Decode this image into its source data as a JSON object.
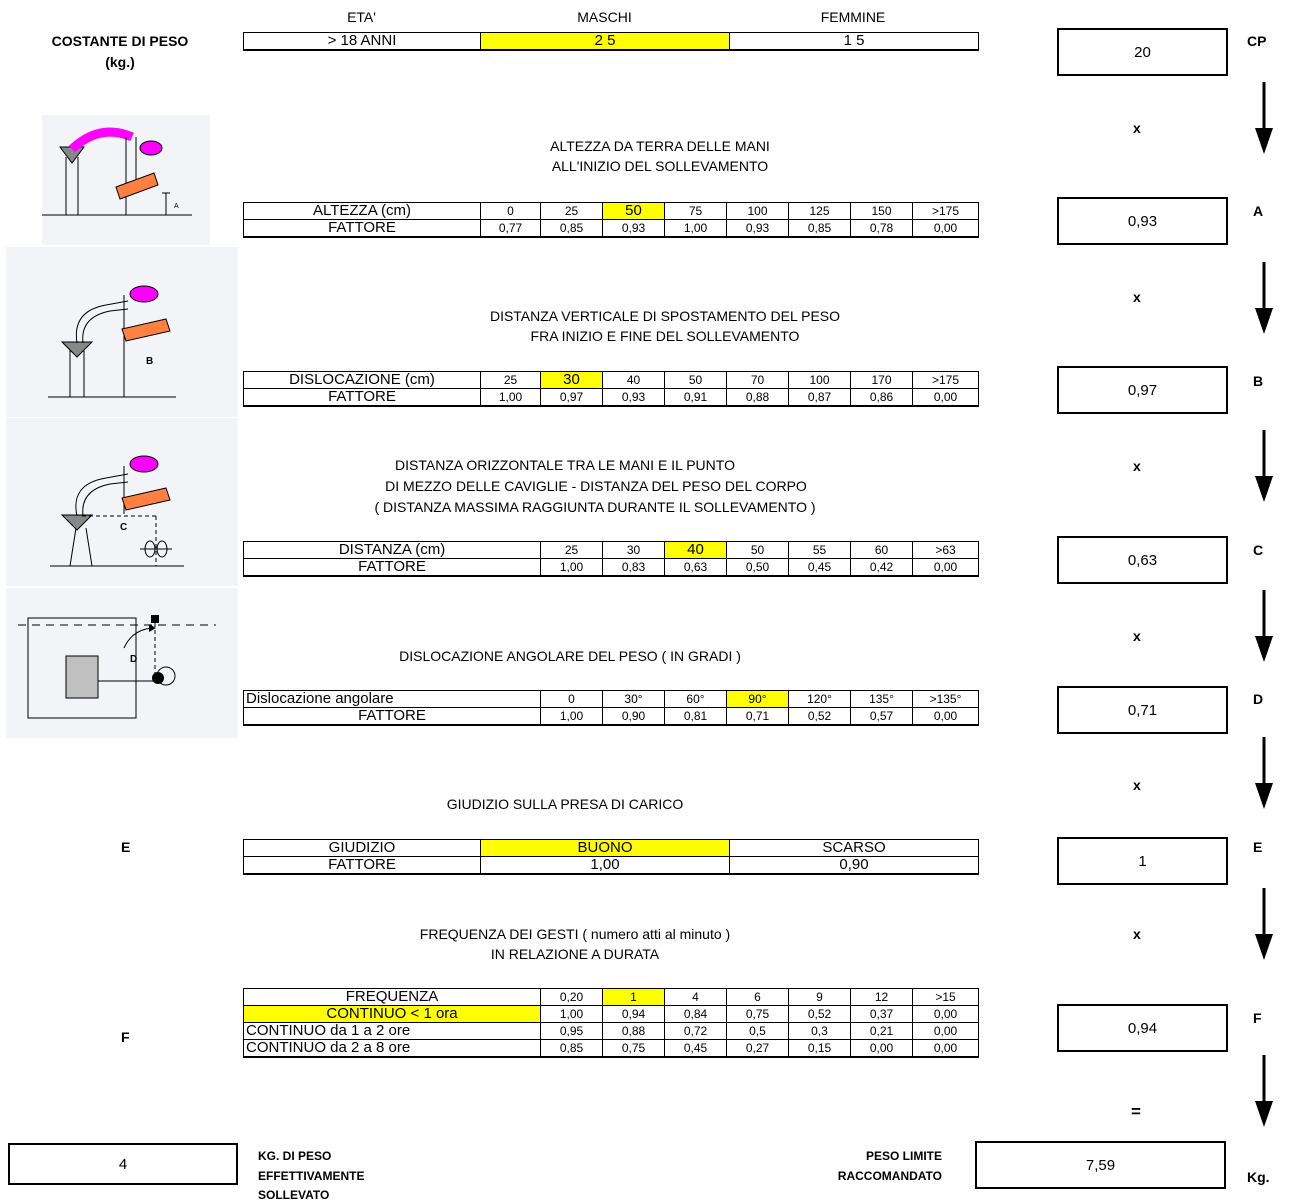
{
  "cp_section": {
    "title": "COSTANTE DI PESO",
    "unit": "(kg.)",
    "headers": [
      "ETA'",
      "MASCHI",
      "FEMMINE"
    ],
    "values": [
      "> 18 ANNI",
      "2 5",
      "1 5"
    ],
    "result": "20",
    "code": "CP"
  },
  "a_section": {
    "title_lines": [
      "ALTEZZA DA TERRA DELLE MANI",
      "ALL'INIZIO DEL SOLLEVAMENTO"
    ],
    "row_labels": [
      "ALTEZZA (cm)",
      "FATTORE"
    ],
    "headers": [
      "0",
      "25",
      "50",
      "75",
      "100",
      "125",
      "150",
      ">175"
    ],
    "factors": [
      "0,77",
      "0,85",
      "0,93",
      "1,00",
      "0,93",
      "0,85",
      "0,78",
      "0,00"
    ],
    "result": "0,93",
    "code": "A",
    "figure_label": "A"
  },
  "b_section": {
    "title_lines": [
      "DISTANZA VERTICALE DI SPOSTAMENTO DEL PESO",
      "FRA INIZIO E FINE DEL SOLLEVAMENTO"
    ],
    "row_labels": [
      "DISLOCAZIONE (cm)",
      "FATTORE"
    ],
    "headers": [
      "25",
      "30",
      "40",
      "50",
      "70",
      "100",
      "170",
      ">175"
    ],
    "factors": [
      "1,00",
      "0,97",
      "0,93",
      "0,91",
      "0,88",
      "0,87",
      "0,86",
      "0,00"
    ],
    "result": "0,97",
    "code": "B",
    "figure_label": "B"
  },
  "c_section": {
    "title_lines": [
      "DISTANZA ORIZZONTALE TRA LE MANI E IL PUNTO",
      "DI MEZZO DELLE CAVIGLIE - DISTANZA DEL PESO DEL CORPO",
      "( DISTANZA MASSIMA RAGGIUNTA DURANTE IL SOLLEVAMENTO )"
    ],
    "row_labels": [
      "DISTANZA (cm)",
      "FATTORE"
    ],
    "headers": [
      "25",
      "30",
      "40",
      "50",
      "55",
      "60",
      ">63"
    ],
    "factors": [
      "1,00",
      "0,83",
      "0,63",
      "0,50",
      "0,45",
      "0,42",
      "0,00"
    ],
    "result": "0,63",
    "code": "C",
    "figure_label": "C"
  },
  "d_section": {
    "title": "DISLOCAZIONE ANGOLARE DEL PESO ( IN GRADI )",
    "row_labels": [
      "Dislocazione angolare",
      "FATTORE"
    ],
    "headers": [
      "0",
      "30°",
      "60°",
      "90°",
      "120°",
      "135°",
      ">135°"
    ],
    "factors": [
      "1,00",
      "0,90",
      "0,81",
      "0,71",
      "0,52",
      "0,57",
      "0,00"
    ],
    "result": "0,71",
    "code": "D",
    "figure_label": "D"
  },
  "e_section": {
    "title": "GIUDIZIO SULLA PRESA DI CARICO",
    "row_labels": [
      "GIUDIZIO",
      "FATTORE"
    ],
    "headers": [
      "BUONO",
      "SCARSO"
    ],
    "factors": [
      "1,00",
      "0,90"
    ],
    "result": "1",
    "code": "E",
    "left_label": "E"
  },
  "f_section": {
    "title_lines": [
      "FREQUENZA DEI GESTI ( numero atti al minuto )",
      "IN RELAZIONE A DURATA"
    ],
    "header_label": "FREQUENZA",
    "headers": [
      "0,20",
      "1",
      "4",
      "6",
      "9",
      "12",
      ">15"
    ],
    "rows": [
      {
        "label": "CONTINUO < 1 ora",
        "values": [
          "1,00",
          "0,94",
          "0,84",
          "0,75",
          "0,52",
          "0,37",
          "0,00"
        ]
      },
      {
        "label": "CONTINUO da 1 a 2 ore",
        "values": [
          "0,95",
          "0,88",
          "0,72",
          "0,5",
          "0,3",
          "0,21",
          "0,00"
        ]
      },
      {
        "label": "CONTINUO da 2 a 8 ore",
        "values": [
          "0,85",
          "0,75",
          "0,45",
          "0,27",
          "0,15",
          "0,00",
          "0,00"
        ]
      }
    ],
    "result": "0,94",
    "code": "F",
    "left_label": "F"
  },
  "operators": {
    "multiply": "x",
    "equals": "="
  },
  "footer": {
    "actual_weight_value": "4",
    "actual_weight_label": [
      "KG. DI PESO",
      "EFFETTIVAMENTE",
      "SOLLEVATO"
    ],
    "limit_label": [
      "PESO LIMITE",
      "RACCOMANDATO"
    ],
    "limit_value": "7,59",
    "unit": "Kg."
  },
  "colors": {
    "highlight": "#ffff00",
    "magenta": "#ff00ff",
    "load": "#ff8040",
    "panel": "#f2f4f7"
  }
}
